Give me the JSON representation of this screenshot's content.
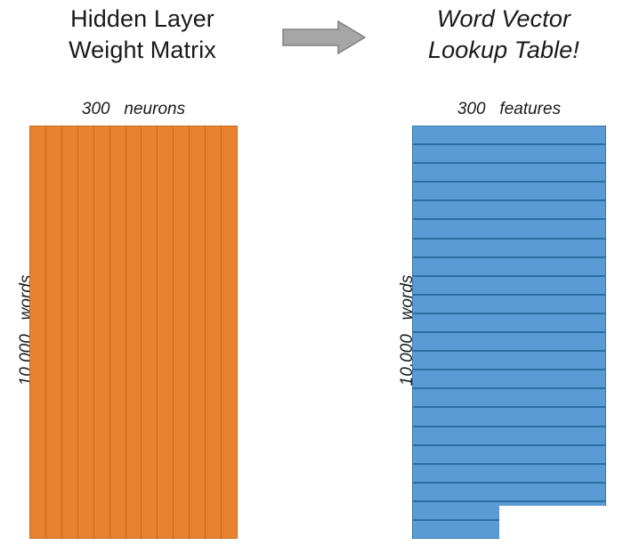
{
  "diagram": {
    "left_panel": {
      "title": "Hidden Layer\nWeight Matrix",
      "column_caption": "300   neurons",
      "row_caption": "10,000   words",
      "fill_color": "#E8822E",
      "border_color": "#C96A1E",
      "divider_color": "#C4681C",
      "columns": 13,
      "columns_meaning": "300 neurons",
      "rows_meaning": "10,000 words"
    },
    "arrow": {
      "icon": "arrow-right-icon",
      "color": "#A6A6A6",
      "border_color": "#7F7F7F",
      "direction": "right"
    },
    "right_panel": {
      "title": "Word Vector\nLookup Table!",
      "column_caption": "300   features",
      "row_caption": "10,000   words",
      "fill_color": "#5B9BD5",
      "border_color": "#3C79AD",
      "divider_color": "#2E6DA4",
      "rows": 22,
      "columns_meaning": "300 features",
      "rows_meaning": "10,000 words"
    },
    "background_color": "#FFFFFF"
  },
  "chart_data": {
    "type": "diagram",
    "title": "Hidden Layer Weight Matrix as Word Vector Lookup Table",
    "panels": [
      {
        "name": "Hidden Layer Weight Matrix",
        "orientation": "column-striped",
        "x_label": "300   neurons",
        "y_label": "10,000   words",
        "shape": [
          10000,
          300
        ],
        "color": "#E8822E",
        "visible_divisions": 13
      },
      {
        "name": "Word Vector Lookup Table!",
        "orientation": "row-striped",
        "x_label": "300   features",
        "y_label": "10,000   words",
        "shape": [
          10000,
          300
        ],
        "color": "#5B9BD5",
        "visible_divisions": 22
      }
    ],
    "annotations": [
      "arrow from left panel to right panel"
    ]
  }
}
